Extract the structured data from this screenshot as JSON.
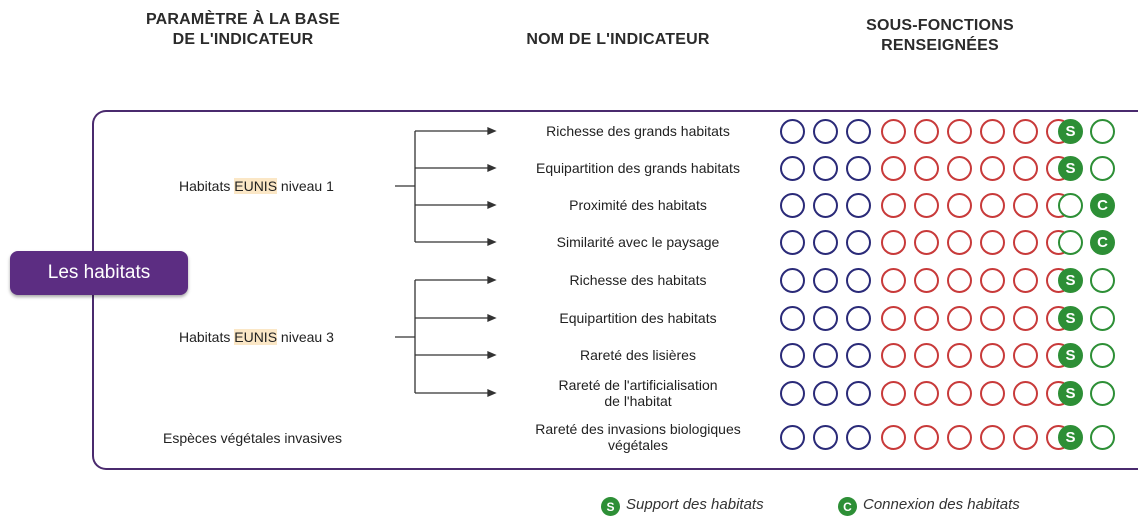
{
  "headers": {
    "param_line1": "PARAMÈTRE À LA BASE",
    "param_line2": "DE L'INDICATEUR",
    "indicator": "NOM DE L'INDICATEUR",
    "subfn_line1": "SOUS-FONCTIONS",
    "subfn_line2": "RENSEIGNÉES"
  },
  "root_label": "Les habitats",
  "parameters": [
    {
      "before": "Habitats ",
      "highlight": "EUNIS",
      "after": " niveau 1"
    },
    {
      "before": "Habitats ",
      "highlight": "EUNIS",
      "after": " niveau 3"
    },
    {
      "text": "Espèces végétales invasives"
    }
  ],
  "indicators": [
    {
      "lines": [
        "Richesse des grands habitats"
      ],
      "support": true,
      "connexion": false
    },
    {
      "lines": [
        "Equipartition des grands habitats"
      ],
      "support": true,
      "connexion": false
    },
    {
      "lines": [
        "Proximité des habitats"
      ],
      "support": false,
      "connexion": true
    },
    {
      "lines": [
        "Similarité avec le paysage"
      ],
      "support": false,
      "connexion": true
    },
    {
      "lines": [
        "Richesse des habitats"
      ],
      "support": true,
      "connexion": false
    },
    {
      "lines": [
        "Equipartition des habitats"
      ],
      "support": true,
      "connexion": false
    },
    {
      "lines": [
        "Rareté des lisières"
      ],
      "support": true,
      "connexion": false
    },
    {
      "lines": [
        "Rareté de l'artificialisation",
        "de l'habitat"
      ],
      "support": true,
      "connexion": false
    },
    {
      "lines": [
        "Rareté des invasions biologiques",
        "végétales"
      ],
      "support": true,
      "connexion": false
    }
  ],
  "subfunction_groups": {
    "blue_count": 3,
    "red_count": 6
  },
  "badges": {
    "support_letter": "S",
    "connexion_letter": "C"
  },
  "legend": {
    "support_letter": "S",
    "support_label": "Support des habitats",
    "connexion_letter": "C",
    "connexion_label": "Connexion des habitats"
  },
  "colors": {
    "frame": "#4a2a6e",
    "pill": "#5c2d82",
    "blue": "#2a2a78",
    "red": "#c83a3a",
    "green": "#2d8f36",
    "highlight": "#fbe7c6"
  }
}
